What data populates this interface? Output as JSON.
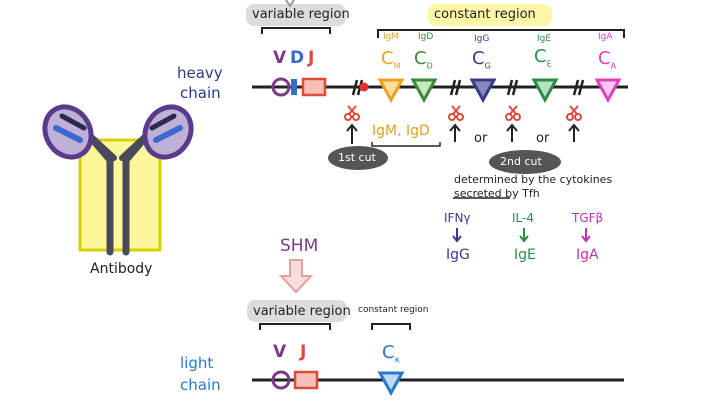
{
  "heavy_chain": {
    "variable_region_label": "variable region",
    "constant_region_label": "constant region",
    "chain_label_line1": "heavy",
    "chain_label_line2": "chain",
    "segments": {
      "v": "V",
      "d": "D",
      "j": "J"
    },
    "constant_genes": [
      {
        "iso": "IgM",
        "sym": "C",
        "sub": "M",
        "color": "#f0a020"
      },
      {
        "iso": "IgD",
        "sym": "C",
        "sub": "D",
        "color": "#3a8a3a"
      },
      {
        "iso": "IgG",
        "sym": "C",
        "sub": "G",
        "color": "#3a3a8a"
      },
      {
        "iso": "IgE",
        "sym": "C",
        "sub": "E",
        "color": "#2e8a4a"
      },
      {
        "iso": "IgA",
        "sym": "C",
        "sub": "A",
        "color": "#e040c0"
      }
    ],
    "igm_igd_label": "IgM, IgD",
    "first_cut": "1st cut",
    "second_cut": "2nd cut",
    "or1": "or",
    "or2": "or",
    "cytokine_note_line1": "determined by the cytokines",
    "cytokine_note_line2": "secreted by Tfh",
    "switches": [
      {
        "cytokine": "IFNγ",
        "result": "IgG",
        "color": "#3a3a8a"
      },
      {
        "cytokine": "IL-4",
        "result": "IgE",
        "color": "#2e8a4a"
      },
      {
        "cytokine": "TGFβ",
        "result": "IgA",
        "color": "#c030b0"
      }
    ]
  },
  "antibody_label": "Antibody",
  "shm_label": "SHM",
  "light_chain": {
    "variable_region_label": "variable region",
    "constant_region_label": "constant region",
    "chain_label_line1": "light",
    "chain_label_line2": "chain",
    "segments": {
      "v": "V",
      "j": "J"
    },
    "constant_sym": "C",
    "constant_sub": "κ"
  },
  "colors": {
    "v": "#7a3a8a",
    "d": "#3a6ad0",
    "j": "#e04a3a",
    "cut": "#e04a3a",
    "light_c": "#2a78d0",
    "light_label": "#2a78d0",
    "antibody_fill": "#fbf79a",
    "antibody_edge": "#d8d000",
    "shm_arrow": "#f0b0b0"
  }
}
